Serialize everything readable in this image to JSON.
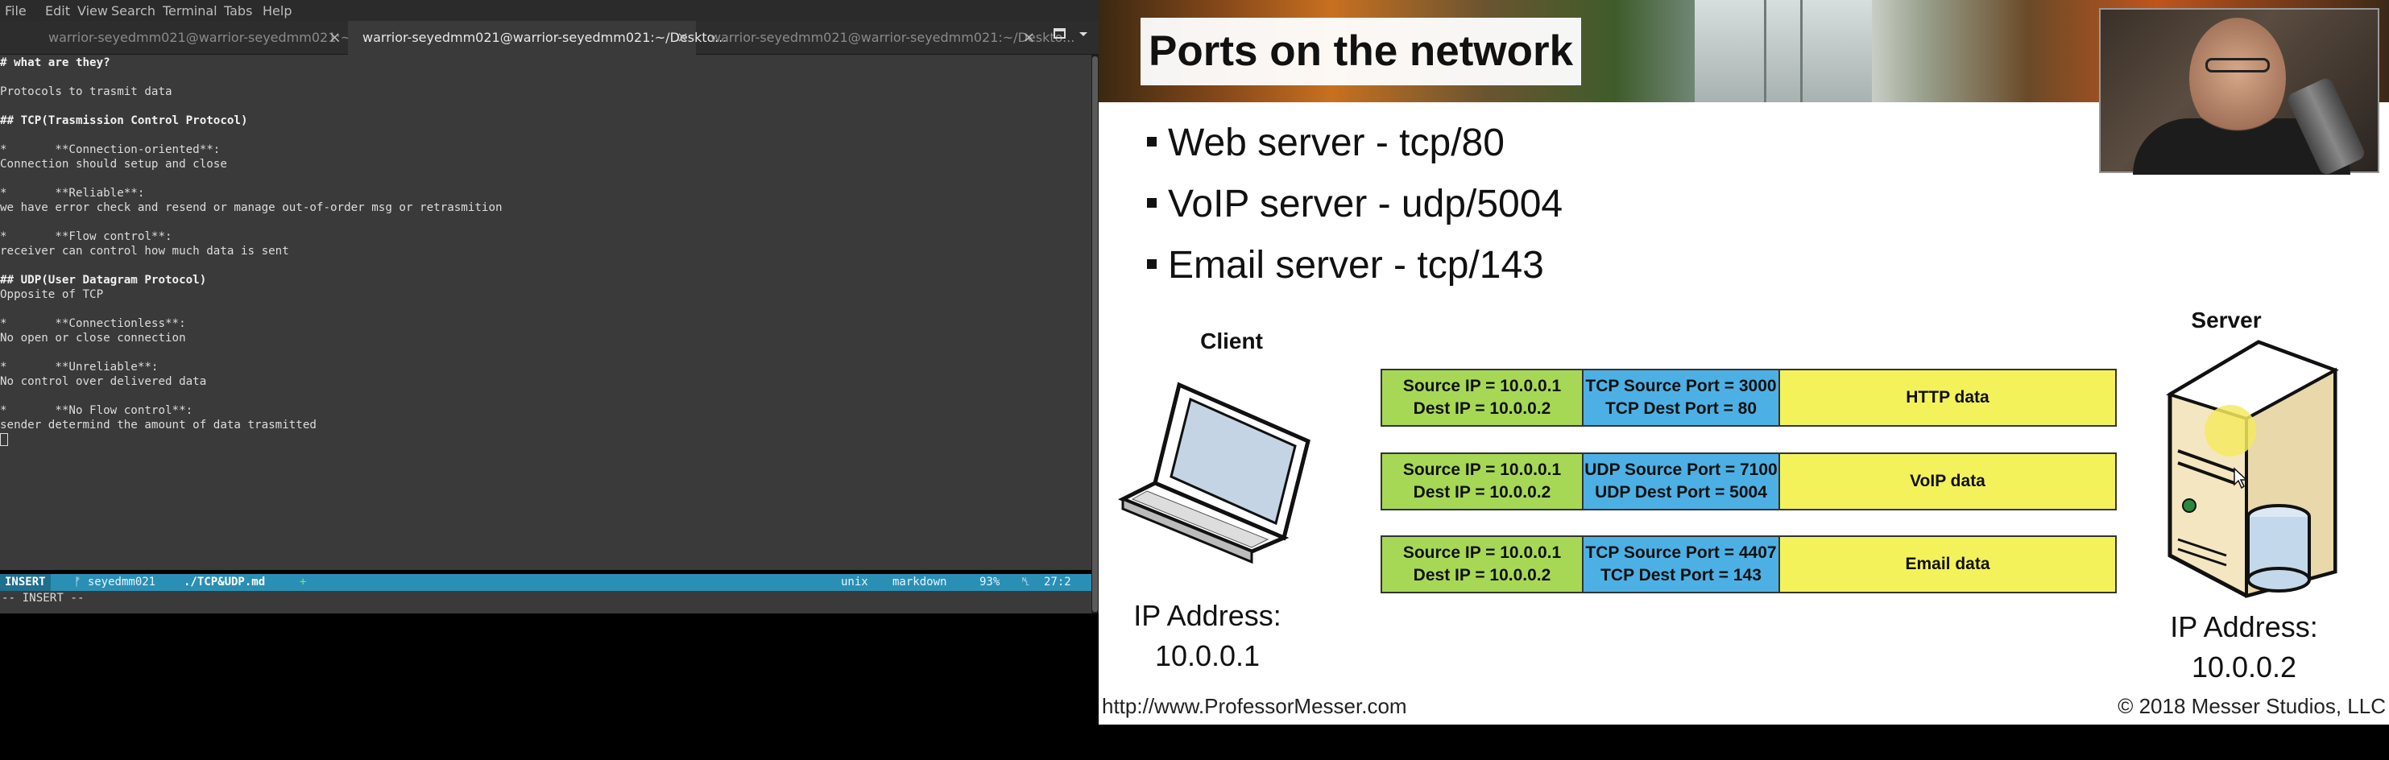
{
  "terminal": {
    "menu": [
      "File",
      "Edit",
      "View",
      "Search",
      "Terminal",
      "Tabs",
      "Help"
    ],
    "tabs": [
      {
        "title": "warrior-seyedmm021@warrior-seyedmm021:~",
        "active": false
      },
      {
        "title": "warrior-seyedmm021@warrior-seyedmm021:~/Deskto...",
        "active": true
      },
      {
        "title": "warrior-seyedmm021@warrior-seyedmm021:~/Deskto...",
        "active": false
      }
    ],
    "close_glyph": "×",
    "lines": [
      "# what are they?",
      "",
      "Protocols to trasmit data",
      "",
      "## TCP(Trasmission Control Protocol)",
      "",
      "*       **Connection-oriented**:",
      "Connection should setup and close",
      "",
      "*       **Reliable**:",
      "we have error check and resend or manage out-of-order msg or retrasmition",
      "",
      "*       **Flow control**:",
      "receiver can control how much data is sent",
      "",
      "## UDP(User Datagram Protocol)",
      "Opposite of TCP",
      "",
      "*       **Connectionless**:",
      "No open or close connection",
      "",
      "*       **Unreliable**:",
      "No control over delivered data",
      "",
      "*       **No Flow control**:",
      "sender determind the amount of data trasmitted"
    ],
    "status": {
      "mode": "INSERT",
      "branch": "ᚠ seyedmm021",
      "file": "./TCP&UDP.md",
      "plus": "+",
      "format": "unix",
      "filetype": "markdown",
      "percent": "93%",
      "position": "27:2",
      "ln_glyph": "␤"
    },
    "cmdline": "-- INSERT --"
  },
  "slide": {
    "title": "Ports on the network",
    "bullets": [
      "Web server - tcp/80",
      "VoIP server - udp/5004",
      "Email server - tcp/143"
    ],
    "client_label": "Client",
    "server_label": "Server",
    "client_ip": "IP Address:\n10.0.0.1",
    "server_ip": "IP Address:\n10.0.0.2",
    "packets": [
      {
        "ip": [
          "Source IP = 10.0.0.1",
          "Dest IP = 10.0.0.2"
        ],
        "port": [
          "TCP Source Port = 3000",
          "TCP Dest Port = 80"
        ],
        "data": "HTTP data"
      },
      {
        "ip": [
          "Source IP = 10.0.0.1",
          "Dest IP = 10.0.0.2"
        ],
        "port": [
          "UDP Source Port = 7100",
          "UDP Dest Port = 5004"
        ],
        "data": "VoIP data"
      },
      {
        "ip": [
          "Source IP = 10.0.0.1",
          "Dest IP = 10.0.0.2"
        ],
        "port": [
          "TCP Source Port = 4407",
          "TCP Dest Port = 143"
        ],
        "data": "Email data"
      }
    ],
    "footer_url": "http://www.ProfessorMesser.com",
    "footer_copy": "© 2018 Messer Studios, LLC"
  },
  "colors": {
    "ip_cell": "#a6d856",
    "port_cell": "#4cb0e4",
    "data_cell": "#f4f25a",
    "statusline": "#2a8fb5",
    "editor_bg": "#3a3a3a"
  }
}
